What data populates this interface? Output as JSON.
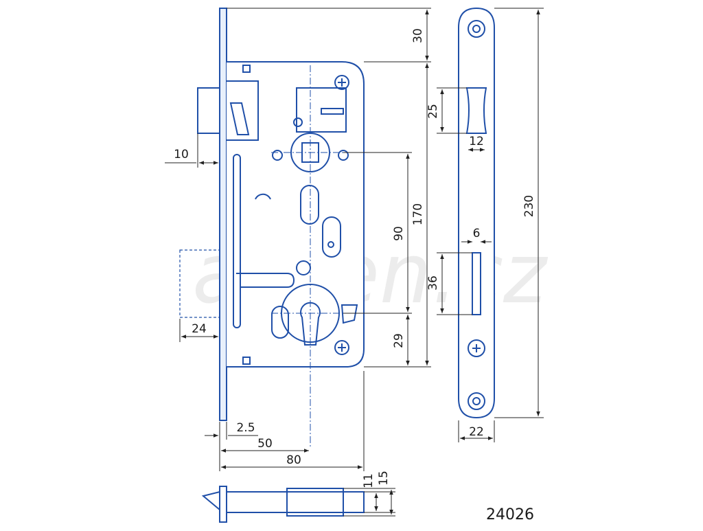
{
  "watermark": "arden.cz",
  "product_code": "24026",
  "colors": {
    "line": "#1f4fa8",
    "dim": "#222222",
    "fill": "#e8f0fb"
  },
  "dimensions": {
    "d30": "30",
    "d170": "170",
    "d90": "90",
    "d29": "29",
    "d25": "25",
    "d12": "12",
    "d6": "6",
    "d36": "36",
    "d230": "230",
    "d22": "22",
    "d10": "10",
    "d24": "24",
    "d2_5": "2.5",
    "d50": "50",
    "d80": "80",
    "d11": "11",
    "d15": "15"
  }
}
